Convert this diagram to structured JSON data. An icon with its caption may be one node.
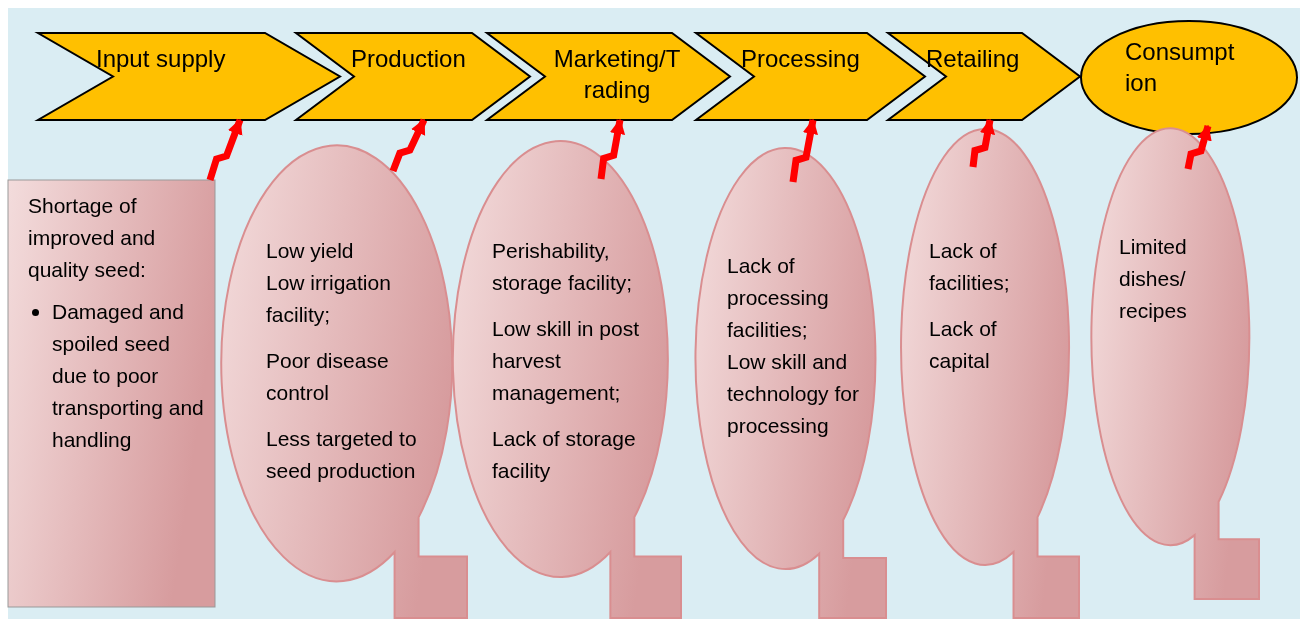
{
  "diagram": {
    "nodes": [
      {
        "text": [
          "Input supply"
        ]
      },
      {
        "text": [
          "Production"
        ]
      },
      {
        "text": [
          "Marketing/T rading"
        ]
      },
      {
        "text": [
          "Processing"
        ]
      },
      {
        "text": [
          "Retailing"
        ]
      },
      {
        "text": [
          "Consumpt ion"
        ]
      },
      {
        "text": [
          "Shortage of improved and quality seed:",
          "Damaged and spoiled seed due to poor transporting and handling"
        ]
      },
      {
        "text": [
          "Low yield",
          "Low irrigation facility;",
          "Poor disease control",
          "Less targeted to seed production"
        ]
      },
      {
        "text": [
          "Perishability, storage facility;",
          "Low skill in post harvest management;",
          "Lack of storage facility"
        ]
      },
      {
        "text": [
          "Lack of processing facilities;",
          "Low skill and technology for processing"
        ]
      },
      {
        "text": [
          "Lack of facilities;",
          "Lack of capital"
        ]
      },
      {
        "text": [
          "Limited dishes/ recipes"
        ]
      }
    ],
    "edges": [
      {
        "from": 6,
        "to": 0,
        "arrow": "to"
      },
      {
        "from": 7,
        "to": 1,
        "arrow": "to"
      },
      {
        "from": 8,
        "to": 2,
        "arrow": "to"
      },
      {
        "from": 9,
        "to": 3,
        "arrow": "to"
      },
      {
        "from": 10,
        "to": 4,
        "arrow": "to"
      },
      {
        "from": 11,
        "to": 5,
        "arrow": "to"
      }
    ]
  }
}
